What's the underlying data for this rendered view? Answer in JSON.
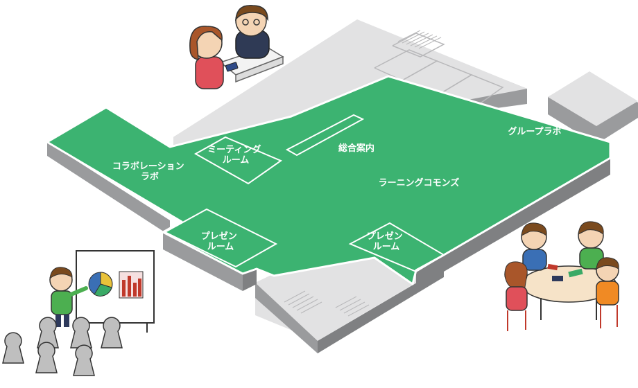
{
  "floor_map": {
    "zones": {
      "meeting_room": {
        "lines": [
          "ミーティング",
          "ルーム"
        ]
      },
      "general_information": {
        "lines": [
          "総合案内"
        ]
      },
      "group_lab": {
        "lines": [
          "グループラボ"
        ]
      },
      "collaboration_lab": {
        "lines": [
          "コラボレーション",
          "ラボ"
        ]
      },
      "learning_commons": {
        "lines": [
          "ラーニングコモンズ"
        ]
      },
      "presentation_room_left": {
        "lines": [
          "プレゼン",
          "ルーム"
        ]
      },
      "presentation_room_right": {
        "lines": [
          "プレゼン",
          "ルーム"
        ]
      }
    },
    "colors": {
      "floor_green": "#3cb371",
      "outline_white": "#ffffff",
      "slab_side": "#9a9b9d",
      "slab_side_dark": "#7f8082",
      "gray_floor": "#e2e2e3",
      "room_line": "#b8b8ba"
    }
  }
}
